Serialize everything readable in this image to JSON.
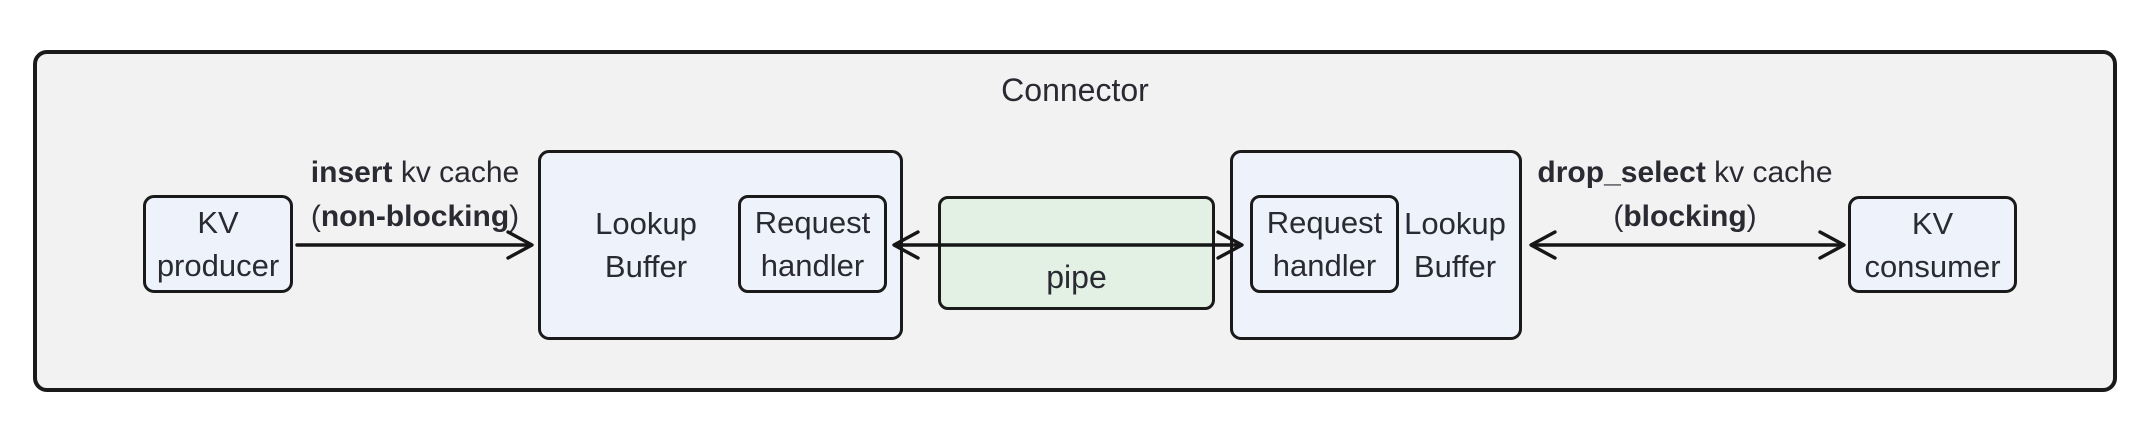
{
  "title": "Connector",
  "nodes": {
    "kv_producer": {
      "line1": "KV",
      "line2": "producer"
    },
    "lookup_buffer_left": {
      "line1": "Lookup",
      "line2": "Buffer"
    },
    "request_handler_left": {
      "line1": "Request",
      "line2": "handler"
    },
    "pipe": {
      "label": "pipe"
    },
    "request_handler_right": {
      "line1": "Request",
      "line2": "handler"
    },
    "lookup_buffer_right": {
      "line1": "Lookup",
      "line2": "Buffer"
    },
    "kv_consumer": {
      "line1": "KV",
      "line2": "consumer"
    }
  },
  "edges": {
    "insert": {
      "op": "insert",
      "suffix": " kv cache",
      "paren_open": "(",
      "mode": "non-blocking",
      "paren_close": ")"
    },
    "drop_select": {
      "op": "drop_select",
      "suffix": " kv cache",
      "paren_open": "(",
      "mode": "blocking",
      "paren_close": ")"
    }
  },
  "colors": {
    "canvas-fill": "#f2f2f2",
    "node-fill": "#eef2fb",
    "pipe-fill": "#e2f1e4",
    "border": "#1a1a1a",
    "text": "#2a2a33",
    "arrow": "#161616"
  }
}
